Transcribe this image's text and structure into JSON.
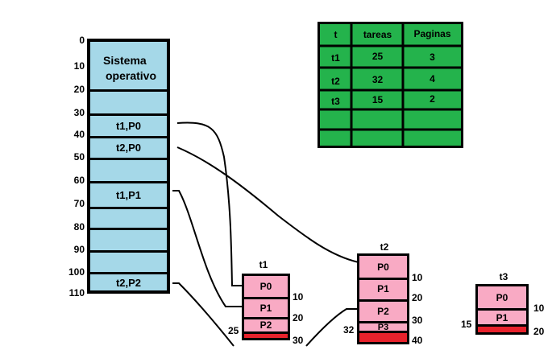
{
  "memory": {
    "addresses": [
      "0",
      "10",
      "20",
      "30",
      "40",
      "50",
      "60",
      "70",
      "80",
      "90",
      "100",
      "110"
    ],
    "os_label": [
      "Sistema",
      "operativo"
    ],
    "slots": {
      "s3": "t1,P0",
      "s4": "t2,P0",
      "s6": "t1,P1",
      "s10": "t2,P2"
    }
  },
  "task_table": {
    "headers": [
      "t",
      "tareas",
      "Paginas"
    ],
    "rows": [
      [
        "t1",
        "25",
        "3"
      ],
      [
        "t2",
        "32",
        "4"
      ],
      [
        "t3",
        "15",
        "2"
      ],
      [
        "",
        "",
        ""
      ],
      [
        "",
        "",
        ""
      ]
    ]
  },
  "processes": {
    "t1": {
      "title": "t1",
      "pages": [
        "P0",
        "P1",
        "P2"
      ],
      "size_label": "25",
      "marks": [
        "10",
        "20",
        "30"
      ]
    },
    "t2": {
      "title": "t2",
      "pages": [
        "P0",
        "P1",
        "P2",
        "P3"
      ],
      "size_label": "32",
      "marks": [
        "10",
        "20",
        "30",
        "40"
      ]
    },
    "t3": {
      "title": "t3",
      "pages": [
        "P0",
        "P1"
      ],
      "size_label": "15",
      "marks": [
        "10",
        "20"
      ]
    }
  },
  "colors": {
    "memory_fill": "#a5d8e8",
    "table_fill": "#24b34c",
    "page_fill": "#f9aac4",
    "fragment_fill": "#e8222c"
  }
}
